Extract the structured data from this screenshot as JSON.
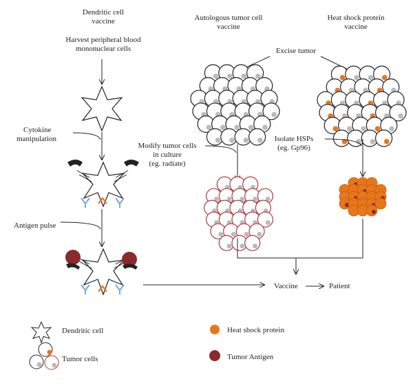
{
  "columns": {
    "dendritic": {
      "title_line1": "Dendritic cell",
      "title_line2": "vaccine",
      "harvest_line1": "Harvest peripheral blood",
      "harvest_line2": "mononuclear cells"
    },
    "autologous": {
      "title_line1": "Autologous  tumor cell",
      "title_line2": "vaccine"
    },
    "hsp": {
      "title_line1": "Heat shock protein",
      "title_line2": "vaccine"
    }
  },
  "steps": {
    "excise": "Excise tumor",
    "cytokine_line1": "Cytokine",
    "cytokine_line2": "manipulation",
    "modify_line1": "Modify tumor cells",
    "modify_line2": "in culture",
    "modify_line3": "(eg. radiate)",
    "isolate_line1": "Isolate HSPs",
    "isolate_line2": "(eg. Gp96)",
    "antigen_pulse": "Antigen pulse",
    "vaccine": "Vaccine",
    "patient": "Patient"
  },
  "legend": {
    "dendritic_cell": "Dendritic cell",
    "tumor_cells": "Tumor cells",
    "heat_shock_protein": "Heat shock protein",
    "tumor_antigen": "Tumor Antigen"
  },
  "colors": {
    "heat_shock_protein": "#e8761c",
    "tumor_antigen": "#8b2a2a",
    "receptor_blue": "#7aa6d6",
    "receptor_orange": "#e8761c",
    "modified_cell_outline": "#b03a3a",
    "line": "#222222"
  }
}
